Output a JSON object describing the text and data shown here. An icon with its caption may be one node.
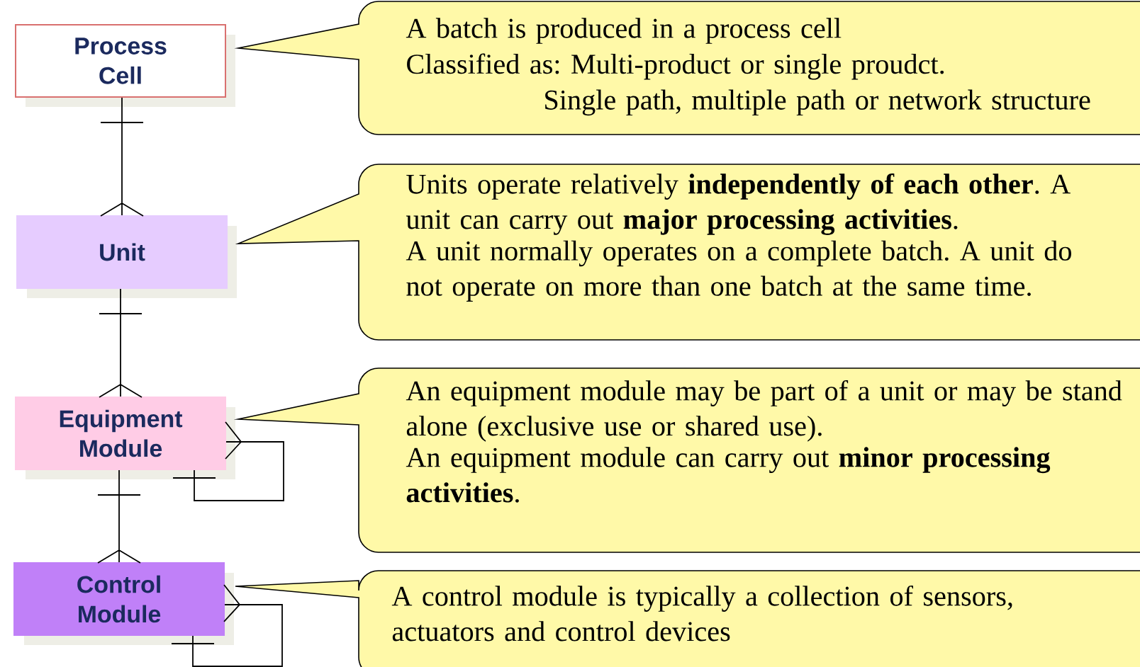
{
  "diagram": {
    "nodes": [
      {
        "text": [
          "Process Cell"
        ]
      },
      {
        "text": [
          "Unit"
        ]
      },
      {
        "text": [
          "Equipment Module"
        ]
      },
      {
        "text": [
          "Control Module"
        ]
      },
      {
        "text": [
          "A batch is produced in a process cell",
          "Classified as: Multi-product or single proudct.",
          "Single path, multiple path or network structure"
        ]
      },
      {
        "text": [
          "Units operate relatively **independently of each other**. A unit can carry out **major processing activities**.",
          "A unit normally operates on a complete batch. A unit do not operate on more than one batch at the same time."
        ]
      },
      {
        "text": [
          "An equipment module may be part of a unit or may be stand alone (exclusive use or shared use).",
          "An equipment module can carry out **minor processing activities**."
        ]
      },
      {
        "text": [
          "A control module is typically a collection of sensors, actuators and control devices"
        ]
      }
    ],
    "edges": [
      {
        "from": 0,
        "to": 1,
        "arrow": "other"
      },
      {
        "from": 1,
        "to": 2,
        "arrow": "other"
      },
      {
        "from": 2,
        "to": 2,
        "arrow": "other"
      },
      {
        "from": 2,
        "to": 3,
        "arrow": "other"
      },
      {
        "from": 3,
        "to": 3,
        "arrow": "other"
      }
    ]
  }
}
